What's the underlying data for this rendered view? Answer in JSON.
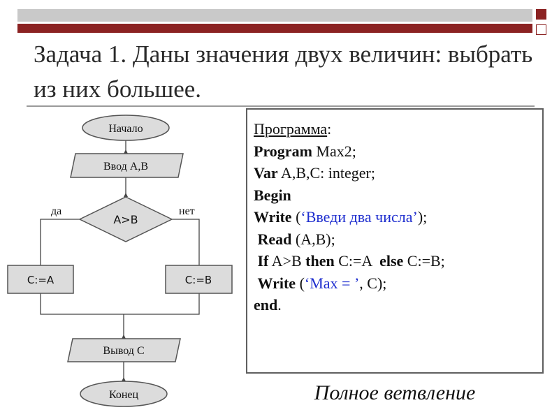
{
  "title": "Задача 1.  Даны значения двух величин: выбрать из них большее.",
  "flowchart": {
    "start": "Начало",
    "input": "Ввод А,В",
    "condition": "A>B",
    "yes_label": "да",
    "no_label": "нет",
    "yes_action": "C:=A",
    "no_action": "C:=B",
    "output": "Вывод С",
    "end": "Конец"
  },
  "program": {
    "header_word": "Программа",
    "header_colon": ":",
    "lines": [
      {
        "kw": "Program",
        "rest": " Max2;"
      },
      {
        "kw": "Var",
        "rest": " A,B,C: integer;"
      },
      {
        "kw": "Begin"
      },
      {
        "kw": "Write",
        "pre": " (",
        "str": "‘Введи два числа’",
        "post": ");"
      },
      {
        "lead": " ",
        "kw": "Read",
        "rest": " (A,B);"
      },
      {
        "lead": " ",
        "kw": "If",
        "rest": " A>B ",
        "kw2": "then",
        "rest2": " C:=A  ",
        "kw3": "else",
        "rest3": " C:=B;"
      },
      {
        "lead": " ",
        "kw": "Write",
        "pre": " (",
        "str": "‘Max = ’",
        "post": ", C);"
      },
      {
        "kw": "end",
        "rest": "."
      }
    ]
  },
  "caption": "Полное ветвление",
  "colors": {
    "accent_red": "#8b2222",
    "flow_fill": "#dcdcdc",
    "flow_stroke": "#555555",
    "string_blue": "#1f2fcf"
  }
}
